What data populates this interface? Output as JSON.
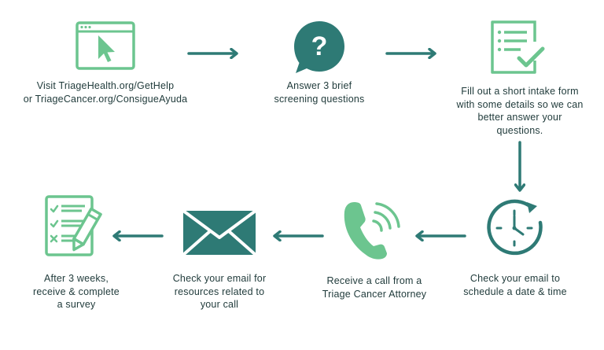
{
  "colors": {
    "teal_dark": "#2e7a75",
    "green_light": "#6cc58f",
    "text": "#1f3a3a"
  },
  "steps": [
    {
      "icon": "browser-cursor-icon",
      "lines": [
        "Visit TriageHealth.org/GetHelp",
        "or TriageCancer.org/ConsigueAyuda"
      ]
    },
    {
      "icon": "question-bubble-icon",
      "lines": [
        "Answer 3 brief",
        "screening questions"
      ]
    },
    {
      "icon": "checklist-form-icon",
      "lines": [
        "Fill out a short intake form",
        "with some details so we can",
        "better answer your",
        "questions."
      ]
    },
    {
      "icon": "clock-icon",
      "lines": [
        "Check your email to",
        "schedule a date & time"
      ]
    },
    {
      "icon": "phone-call-icon",
      "lines": [
        "Receive a call from a",
        "Triage Cancer Attorney"
      ]
    },
    {
      "icon": "envelope-icon",
      "lines": [
        "Check your email for",
        "resources related to",
        "your call"
      ]
    },
    {
      "icon": "survey-pencil-icon",
      "lines": [
        "After 3 weeks,",
        "receive & complete",
        "a survey"
      ]
    }
  ]
}
